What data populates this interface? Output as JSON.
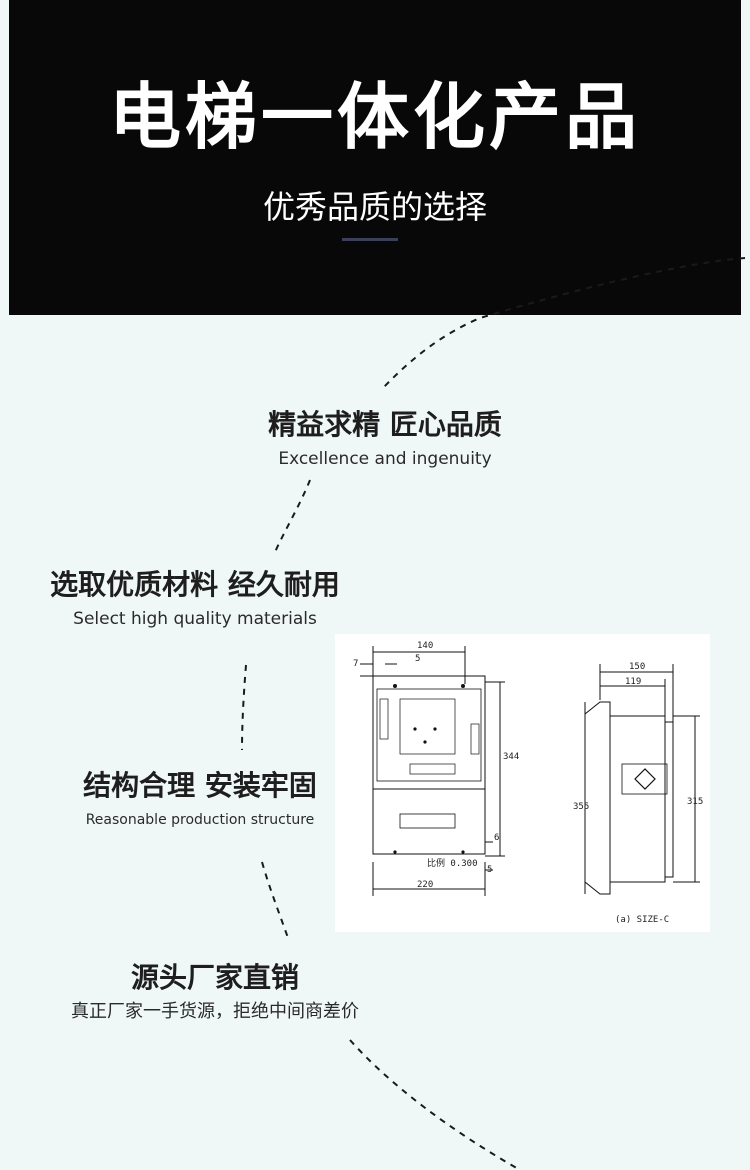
{
  "header": {
    "title": "电梯一体化产品",
    "subtitle": "优秀品质的选择"
  },
  "features": [
    {
      "cn": "精益求精 匠心品质",
      "en": "Excellence and ingenuity"
    },
    {
      "cn": "选取优质材料 经久耐用",
      "en": "Select high quality materials"
    },
    {
      "cn": "结构合理 安装牢固",
      "en": "Reasonable production structure"
    },
    {
      "cn": "源头厂家直销",
      "en": "真正厂家一手货源，拒绝中间商差价"
    }
  ],
  "drawing": {
    "dims": {
      "top_width": "140",
      "offset_5": "5",
      "offset_7": "7",
      "height_344": "344",
      "bottom_width": "220",
      "small_6": "6",
      "small_5": "5",
      "scale_label": "比例 0.300",
      "side_150": "150",
      "side_119": "119",
      "side_355": "355",
      "side_315": "315",
      "caption": "(a) SIZE-C"
    }
  },
  "colors": {
    "background": "#f0f8f7",
    "header_bg": "#080808",
    "underline": "#3b3f5c",
    "text_dark": "#1e1e1e"
  }
}
